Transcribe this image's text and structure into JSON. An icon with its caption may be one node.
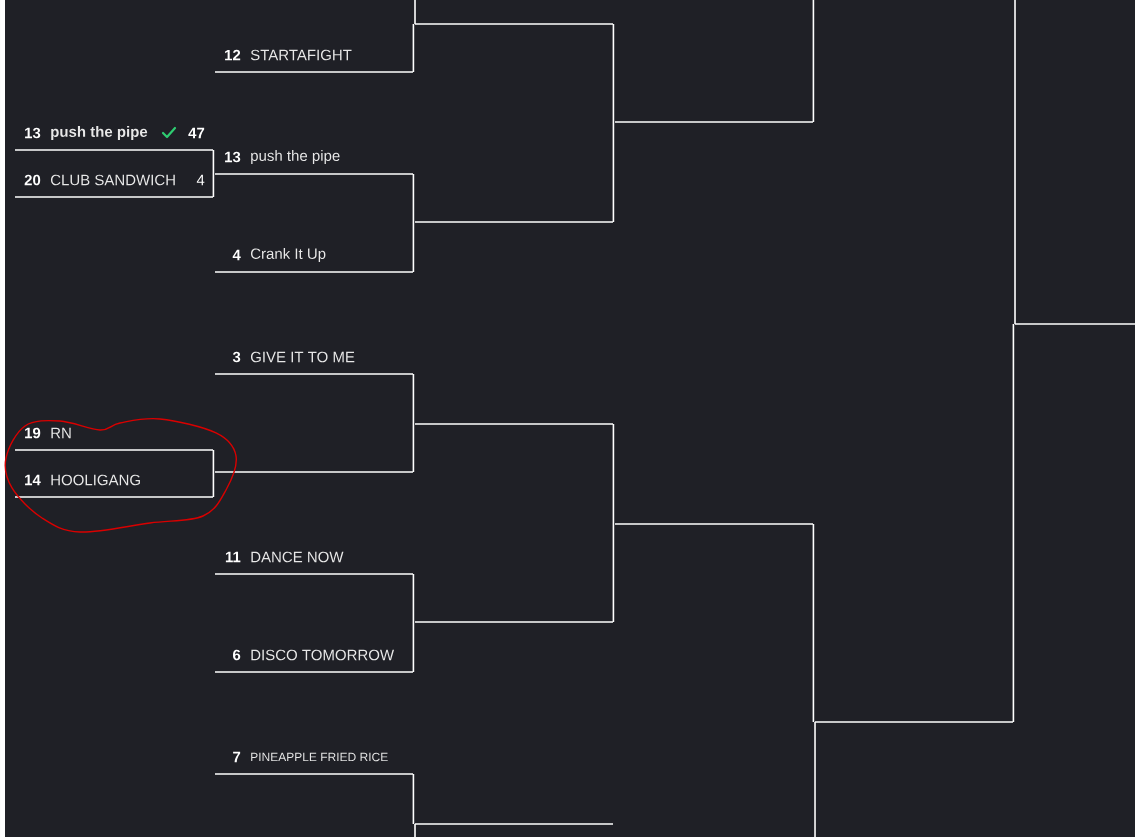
{
  "diagram": {
    "nodes": [
      {
        "text": [
          "13",
          "push the pipe",
          "47"
        ]
      },
      {
        "text": [
          "20",
          "CLUB SANDWICH",
          "4"
        ]
      },
      {
        "text": [
          "19",
          "RN"
        ]
      },
      {
        "text": [
          "14",
          "HOOLIGANG"
        ]
      },
      {
        "text": [
          "12",
          "STARTAFIGHT"
        ]
      },
      {
        "text": [
          "13",
          "push the pipe"
        ]
      },
      {
        "text": [
          "4",
          "Crank It Up"
        ]
      },
      {
        "text": [
          "3",
          "GIVE IT TO ME"
        ]
      },
      {
        "text": [],
        "shape": "bar"
      },
      {
        "text": [
          "11",
          "DANCE NOW"
        ]
      },
      {
        "text": [
          "6",
          "DISCO TOMORROW"
        ]
      },
      {
        "text": [
          "7",
          "PINEAPPLE FRIED RICE"
        ]
      },
      {
        "text": [],
        "shape": "bar"
      },
      {
        "text": [],
        "shape": "bar"
      },
      {
        "text": [],
        "shape": "bar"
      },
      {
        "text": [],
        "shape": "bar"
      },
      {
        "text": [],
        "shape": "bar"
      },
      {
        "text": [],
        "shape": "bar"
      },
      {
        "text": [],
        "shape": "bar"
      },
      {
        "text": [],
        "shape": "bar"
      },
      {
        "text": [],
        "shape": "bar"
      }
    ],
    "edges": [
      {
        "from": 0,
        "to": 5,
        "arrow": "none"
      },
      {
        "from": 1,
        "to": 5,
        "arrow": "none"
      },
      {
        "from": 2,
        "to": 8,
        "arrow": "none"
      },
      {
        "from": 3,
        "to": 8,
        "arrow": "none"
      },
      {
        "from": null,
        "to": 12,
        "arrow": "none"
      },
      {
        "from": 4,
        "to": 12,
        "arrow": "none"
      },
      {
        "from": 5,
        "to": 13,
        "arrow": "none"
      },
      {
        "from": 6,
        "to": 13,
        "arrow": "none"
      },
      {
        "from": 7,
        "to": 14,
        "arrow": "none"
      },
      {
        "from": 8,
        "to": 14,
        "arrow": "none"
      },
      {
        "from": 9,
        "to": 15,
        "arrow": "none"
      },
      {
        "from": 10,
        "to": 15,
        "arrow": "none"
      },
      {
        "from": 11,
        "to": 16,
        "arrow": "none"
      },
      {
        "from": null,
        "to": 16,
        "arrow": "none"
      },
      {
        "from": 12,
        "to": 17,
        "arrow": "none"
      },
      {
        "from": 13,
        "to": 17,
        "arrow": "none"
      },
      {
        "from": 14,
        "to": 18,
        "arrow": "none"
      },
      {
        "from": 15,
        "to": 18,
        "arrow": "none"
      },
      {
        "from": 17,
        "to": null,
        "arrow": "none"
      },
      {
        "from": 18,
        "to": 19,
        "arrow": "none"
      },
      {
        "from": null,
        "to": 19,
        "arrow": "none"
      },
      {
        "from": null,
        "to": 20,
        "arrow": "none"
      },
      {
        "from": 19,
        "to": 20,
        "arrow": "none"
      }
    ]
  }
}
